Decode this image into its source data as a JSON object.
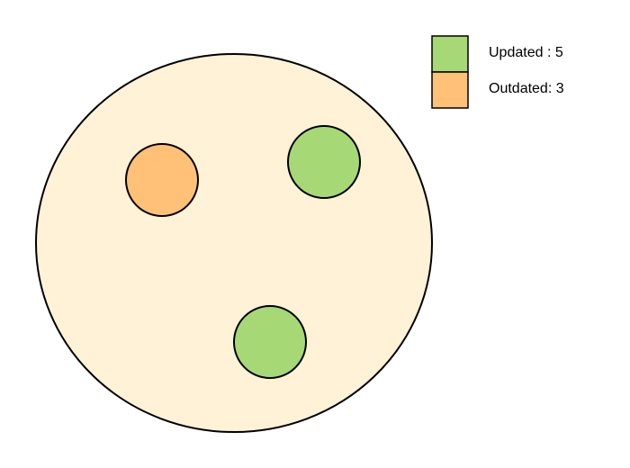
{
  "colors": {
    "container_fill": "#fff2d6",
    "updated": "#a6d975",
    "outdated": "#ffc177",
    "stroke": "#000000"
  },
  "legend": {
    "updated_label": "Updated : 5",
    "outdated_label": "Outdated: 3"
  },
  "nodes": [
    {
      "status": "outdated"
    },
    {
      "status": "updated"
    },
    {
      "status": "updated"
    }
  ]
}
